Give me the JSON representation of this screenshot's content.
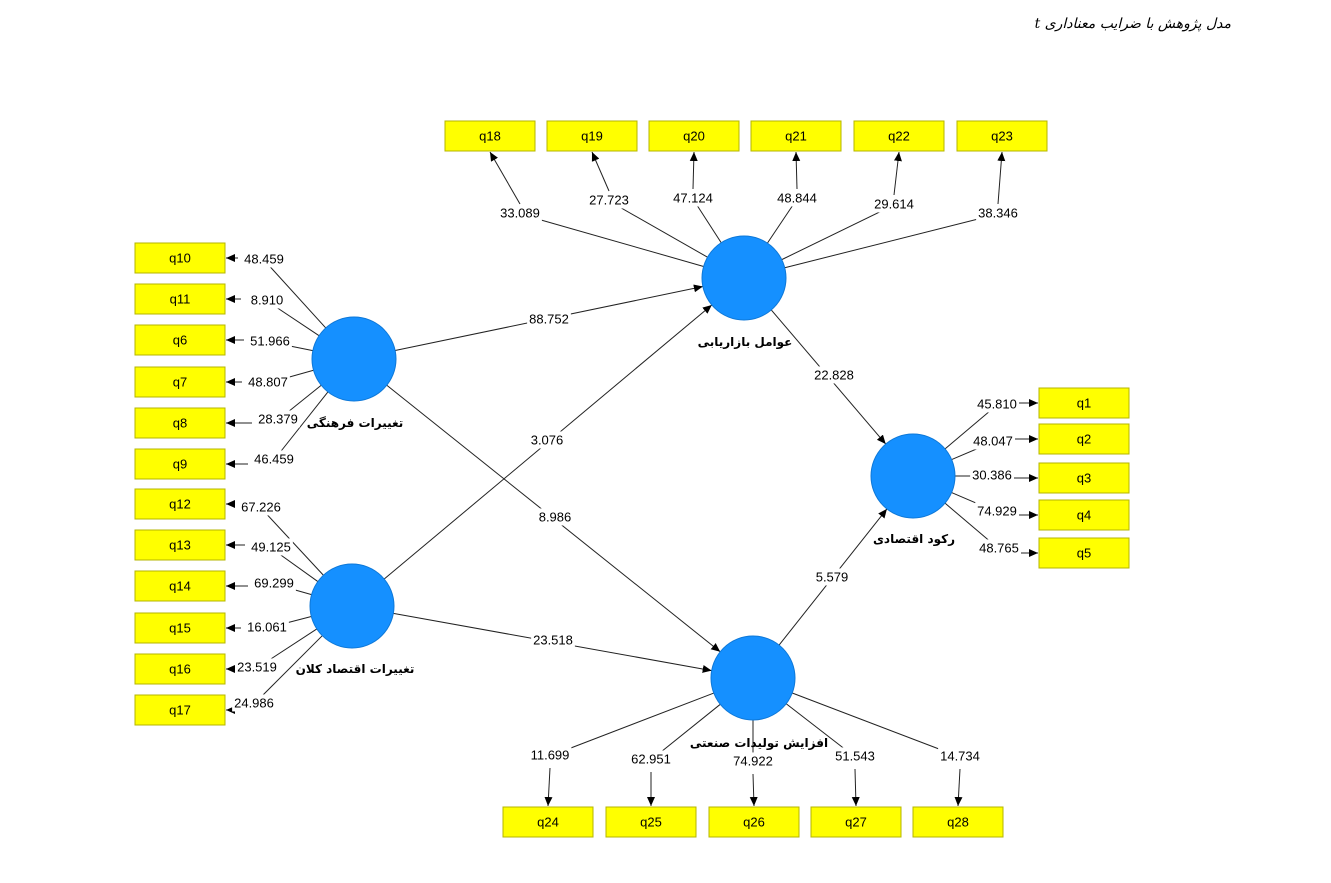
{
  "title": "مدل پژوهش با ضرایب معناداری t",
  "colors": {
    "construct_fill": "#1590ff",
    "indicator_fill": "#ffff00",
    "line": "#222222"
  },
  "constructs": [
    {
      "id": "cultural",
      "label": "تغییرات فرهنگی"
    },
    {
      "id": "macro",
      "label": "تغییرات اقتصاد کلان"
    },
    {
      "id": "marketing",
      "label": "عوامل بازاریابی"
    },
    {
      "id": "industrial",
      "label": "افزایش تولیدات صنعتی"
    },
    {
      "id": "recession",
      "label": "رکود اقتصادی"
    }
  ],
  "indicators": [
    {
      "name": "q10",
      "construct": "cultural",
      "t": "48.459"
    },
    {
      "name": "q11",
      "construct": "cultural",
      "t": "8.910"
    },
    {
      "name": "q6",
      "construct": "cultural",
      "t": "51.966"
    },
    {
      "name": "q7",
      "construct": "cultural",
      "t": "48.807"
    },
    {
      "name": "q8",
      "construct": "cultural",
      "t": "28.379"
    },
    {
      "name": "q9",
      "construct": "cultural",
      "t": "46.459"
    },
    {
      "name": "q12",
      "construct": "macro",
      "t": "67.226"
    },
    {
      "name": "q13",
      "construct": "macro",
      "t": "49.125"
    },
    {
      "name": "q14",
      "construct": "macro",
      "t": "69.299"
    },
    {
      "name": "q15",
      "construct": "macro",
      "t": "16.061"
    },
    {
      "name": "q16",
      "construct": "macro",
      "t": "23.519"
    },
    {
      "name": "q17",
      "construct": "macro",
      "t": "24.986"
    },
    {
      "name": "q18",
      "construct": "marketing",
      "t": "33.089"
    },
    {
      "name": "q19",
      "construct": "marketing",
      "t": "27.723"
    },
    {
      "name": "q20",
      "construct": "marketing",
      "t": "47.124"
    },
    {
      "name": "q21",
      "construct": "marketing",
      "t": "48.844"
    },
    {
      "name": "q22",
      "construct": "marketing",
      "t": "29.614"
    },
    {
      "name": "q23",
      "construct": "marketing",
      "t": "38.346"
    },
    {
      "name": "q1",
      "construct": "recession",
      "t": "45.810"
    },
    {
      "name": "q2",
      "construct": "recession",
      "t": "48.047"
    },
    {
      "name": "q3",
      "construct": "recession",
      "t": "30.386"
    },
    {
      "name": "q4",
      "construct": "recession",
      "t": "74.929"
    },
    {
      "name": "q5",
      "construct": "recession",
      "t": "48.765"
    },
    {
      "name": "q24",
      "construct": "industrial",
      "t": "11.699"
    },
    {
      "name": "q25",
      "construct": "industrial",
      "t": "62.951"
    },
    {
      "name": "q26",
      "construct": "industrial",
      "t": "74.922"
    },
    {
      "name": "q27",
      "construct": "industrial",
      "t": "51.543"
    },
    {
      "name": "q28",
      "construct": "industrial",
      "t": "14.734"
    }
  ],
  "paths": [
    {
      "from": "cultural",
      "to": "marketing",
      "t": "88.752"
    },
    {
      "from": "cultural",
      "to": "industrial",
      "t": "8.986"
    },
    {
      "from": "macro",
      "to": "marketing",
      "t": "3.076"
    },
    {
      "from": "macro",
      "to": "industrial",
      "t": "23.518"
    },
    {
      "from": "marketing",
      "to": "recession",
      "t": "22.828"
    },
    {
      "from": "industrial",
      "to": "recession",
      "t": "5.579"
    }
  ]
}
